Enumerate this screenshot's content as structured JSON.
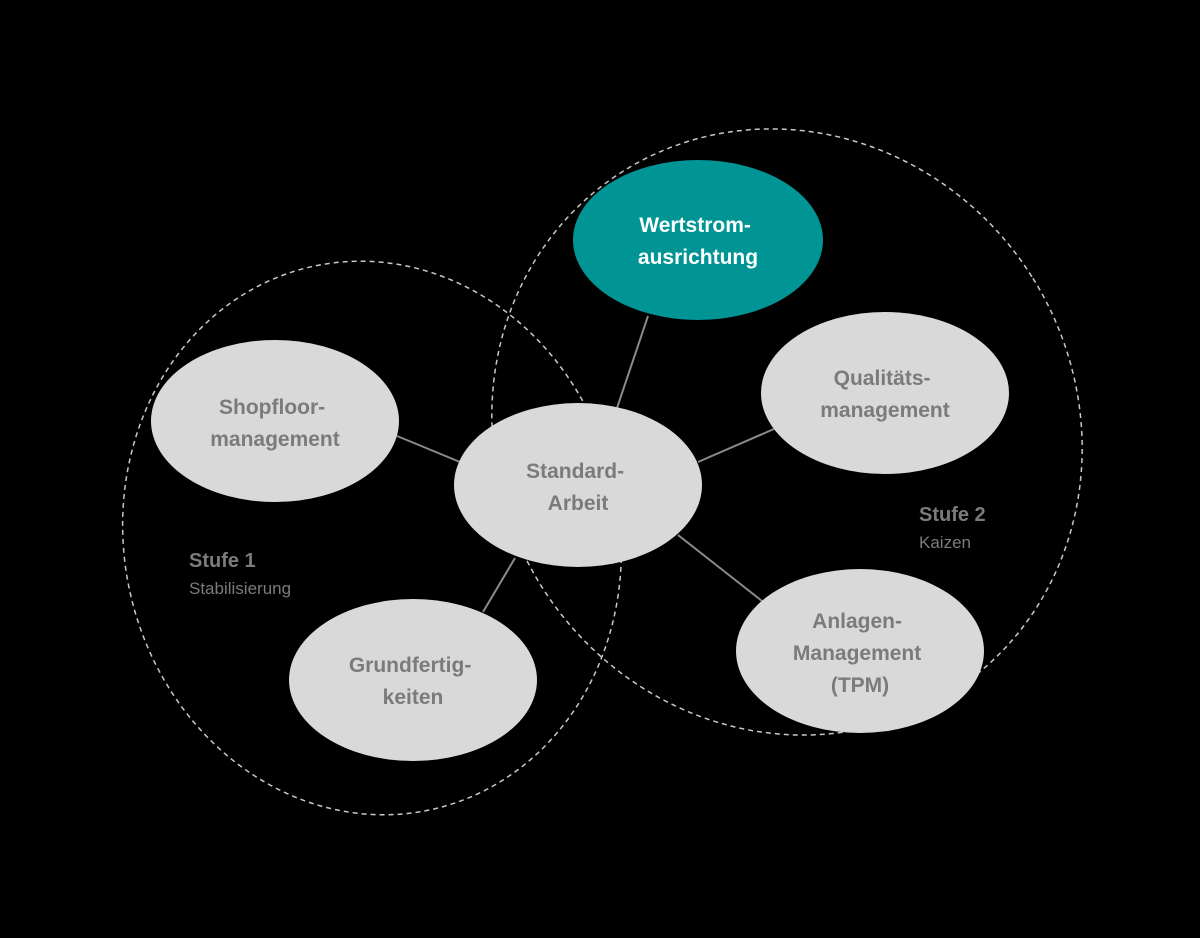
{
  "colors": {
    "background": "#000000",
    "node_fill": "#d9d9d9",
    "node_text": "#7b7b7b",
    "highlight_fill": "#009494",
    "highlight_text": "#ffffff",
    "connector": "#8a8a8a",
    "boundary": "#c8c8c8"
  },
  "stages": {
    "stage1": {
      "title": "Stufe 1",
      "subtitle": "Stabilisierung"
    },
    "stage2": {
      "title": "Stufe 2",
      "subtitle": "Kaizen"
    }
  },
  "nodes": {
    "center": {
      "lines": [
        "Standard-",
        "Arbeit"
      ]
    },
    "wertstrom": {
      "lines": [
        "Wertstrom-",
        "ausrichtung"
      ],
      "highlighted": true
    },
    "qualitaet": {
      "lines": [
        "Qualitäts-",
        "management"
      ]
    },
    "anlagen": {
      "lines": [
        "Anlagen-",
        "Management",
        "(TPM)"
      ]
    },
    "shopfloor": {
      "lines": [
        "Shopfloor-",
        "management"
      ]
    },
    "grund": {
      "lines": [
        "Grundfertig-",
        "keiten"
      ]
    }
  }
}
